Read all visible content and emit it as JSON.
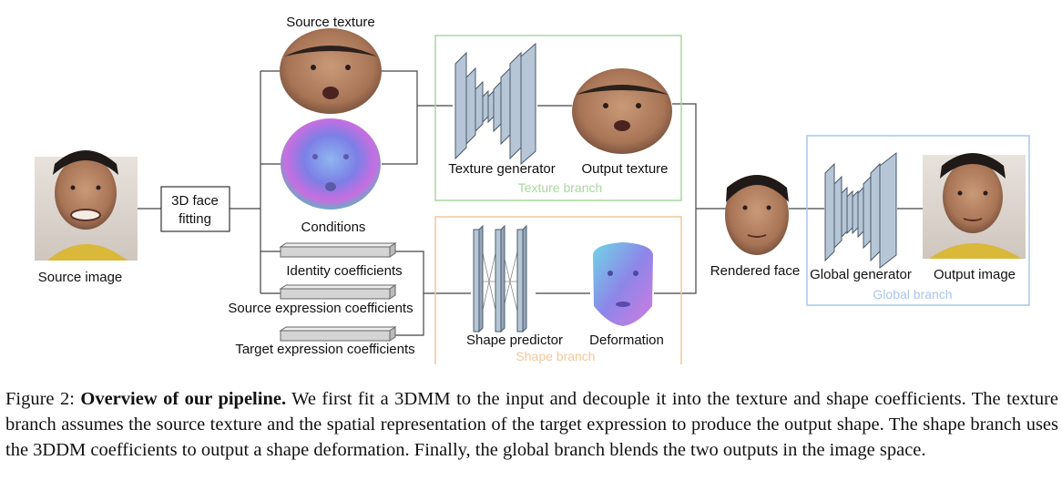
{
  "figure": {
    "labels": {
      "source_texture": "Source texture",
      "conditions": "Conditions",
      "source_image": "Source image",
      "fitting_line1": "3D face",
      "fitting_line2": "fitting",
      "identity_coefficients": "Identity coefficients",
      "source_expression_coefficients": "Source expression coefficients",
      "target_expression_coefficients": "Target expression coefficients",
      "texture_generator": "Texture generator",
      "output_texture": "Output texture",
      "texture_branch": "Texture branch",
      "shape_predictor": "Shape predictor",
      "deformation": "Deformation",
      "shape_branch": "Shape branch",
      "rendered_face": "Rendered face",
      "global_generator": "Global generator",
      "output_image": "Output image",
      "global_branch": "Global branch"
    },
    "colors": {
      "texture_branch": "#a9d79f",
      "shape_branch": "#f4c79a",
      "global_branch": "#a9c6ec",
      "network_block": "#b7c6d6",
      "coefficient_bar": "#d4d4d4",
      "skin": "#b88868",
      "normal_map": "#7f8fe8"
    }
  },
  "caption": {
    "prefix": "Figure 2:",
    "bold": "Overview of our pipeline.",
    "text": "We first fit a 3DMM to the input and decouple it into the texture and shape coefficients. The texture branch assumes the source texture and the spatial representation of the target expression to produce the output shape. The shape branch uses the 3DDM coefficients to output a shape deformation. Finally, the global branch blends the two outputs in the image space."
  }
}
